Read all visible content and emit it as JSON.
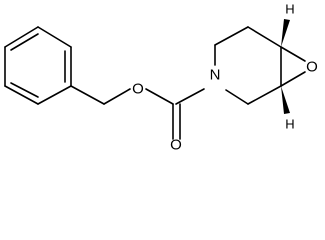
{
  "molecule": {
    "atoms": {
      "oxygen_ester": "O",
      "oxygen_carbonyl": "O",
      "nitrogen": "N",
      "oxygen_epoxide": "O",
      "hydrogen_top": "H",
      "hydrogen_bottom": "H"
    }
  }
}
